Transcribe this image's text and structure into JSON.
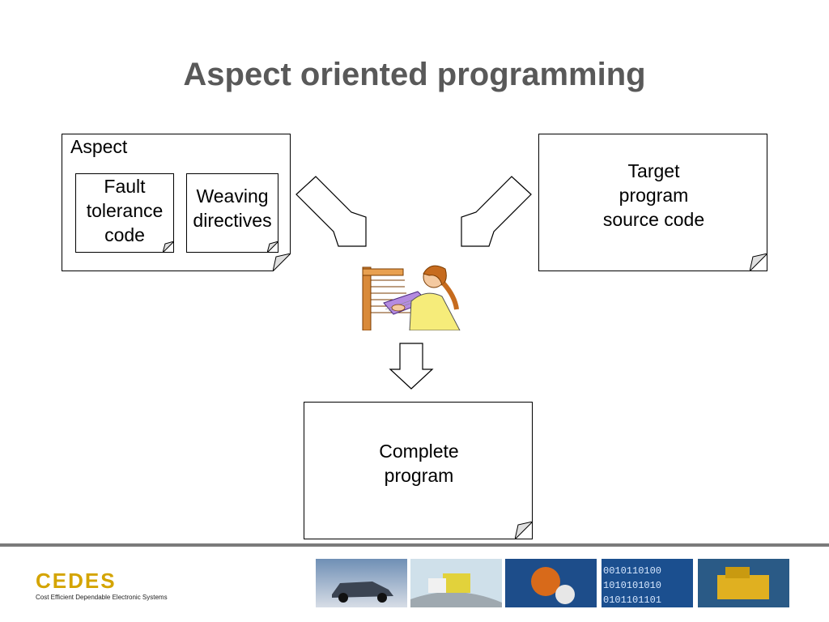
{
  "slide": {
    "title": "Aspect oriented programming"
  },
  "aspect_box": {
    "label": "Aspect",
    "fault": [
      "Fault",
      "tolerance",
      "code"
    ],
    "weaving": [
      "Weaving",
      "directives"
    ]
  },
  "target_box": {
    "lines": [
      "Target",
      "program",
      "source code"
    ]
  },
  "complete_box": {
    "lines": [
      "Complete",
      "program"
    ]
  },
  "footer": {
    "logo_text": "CEDES",
    "logo_subtitle": "Cost Efficient Dependable Electronic Systems",
    "logo_color": "#d4a400",
    "thumbnails": [
      "car-photo",
      "truck-photo",
      "robot-photo",
      "binary-code-photo",
      "machinery-photo"
    ]
  }
}
